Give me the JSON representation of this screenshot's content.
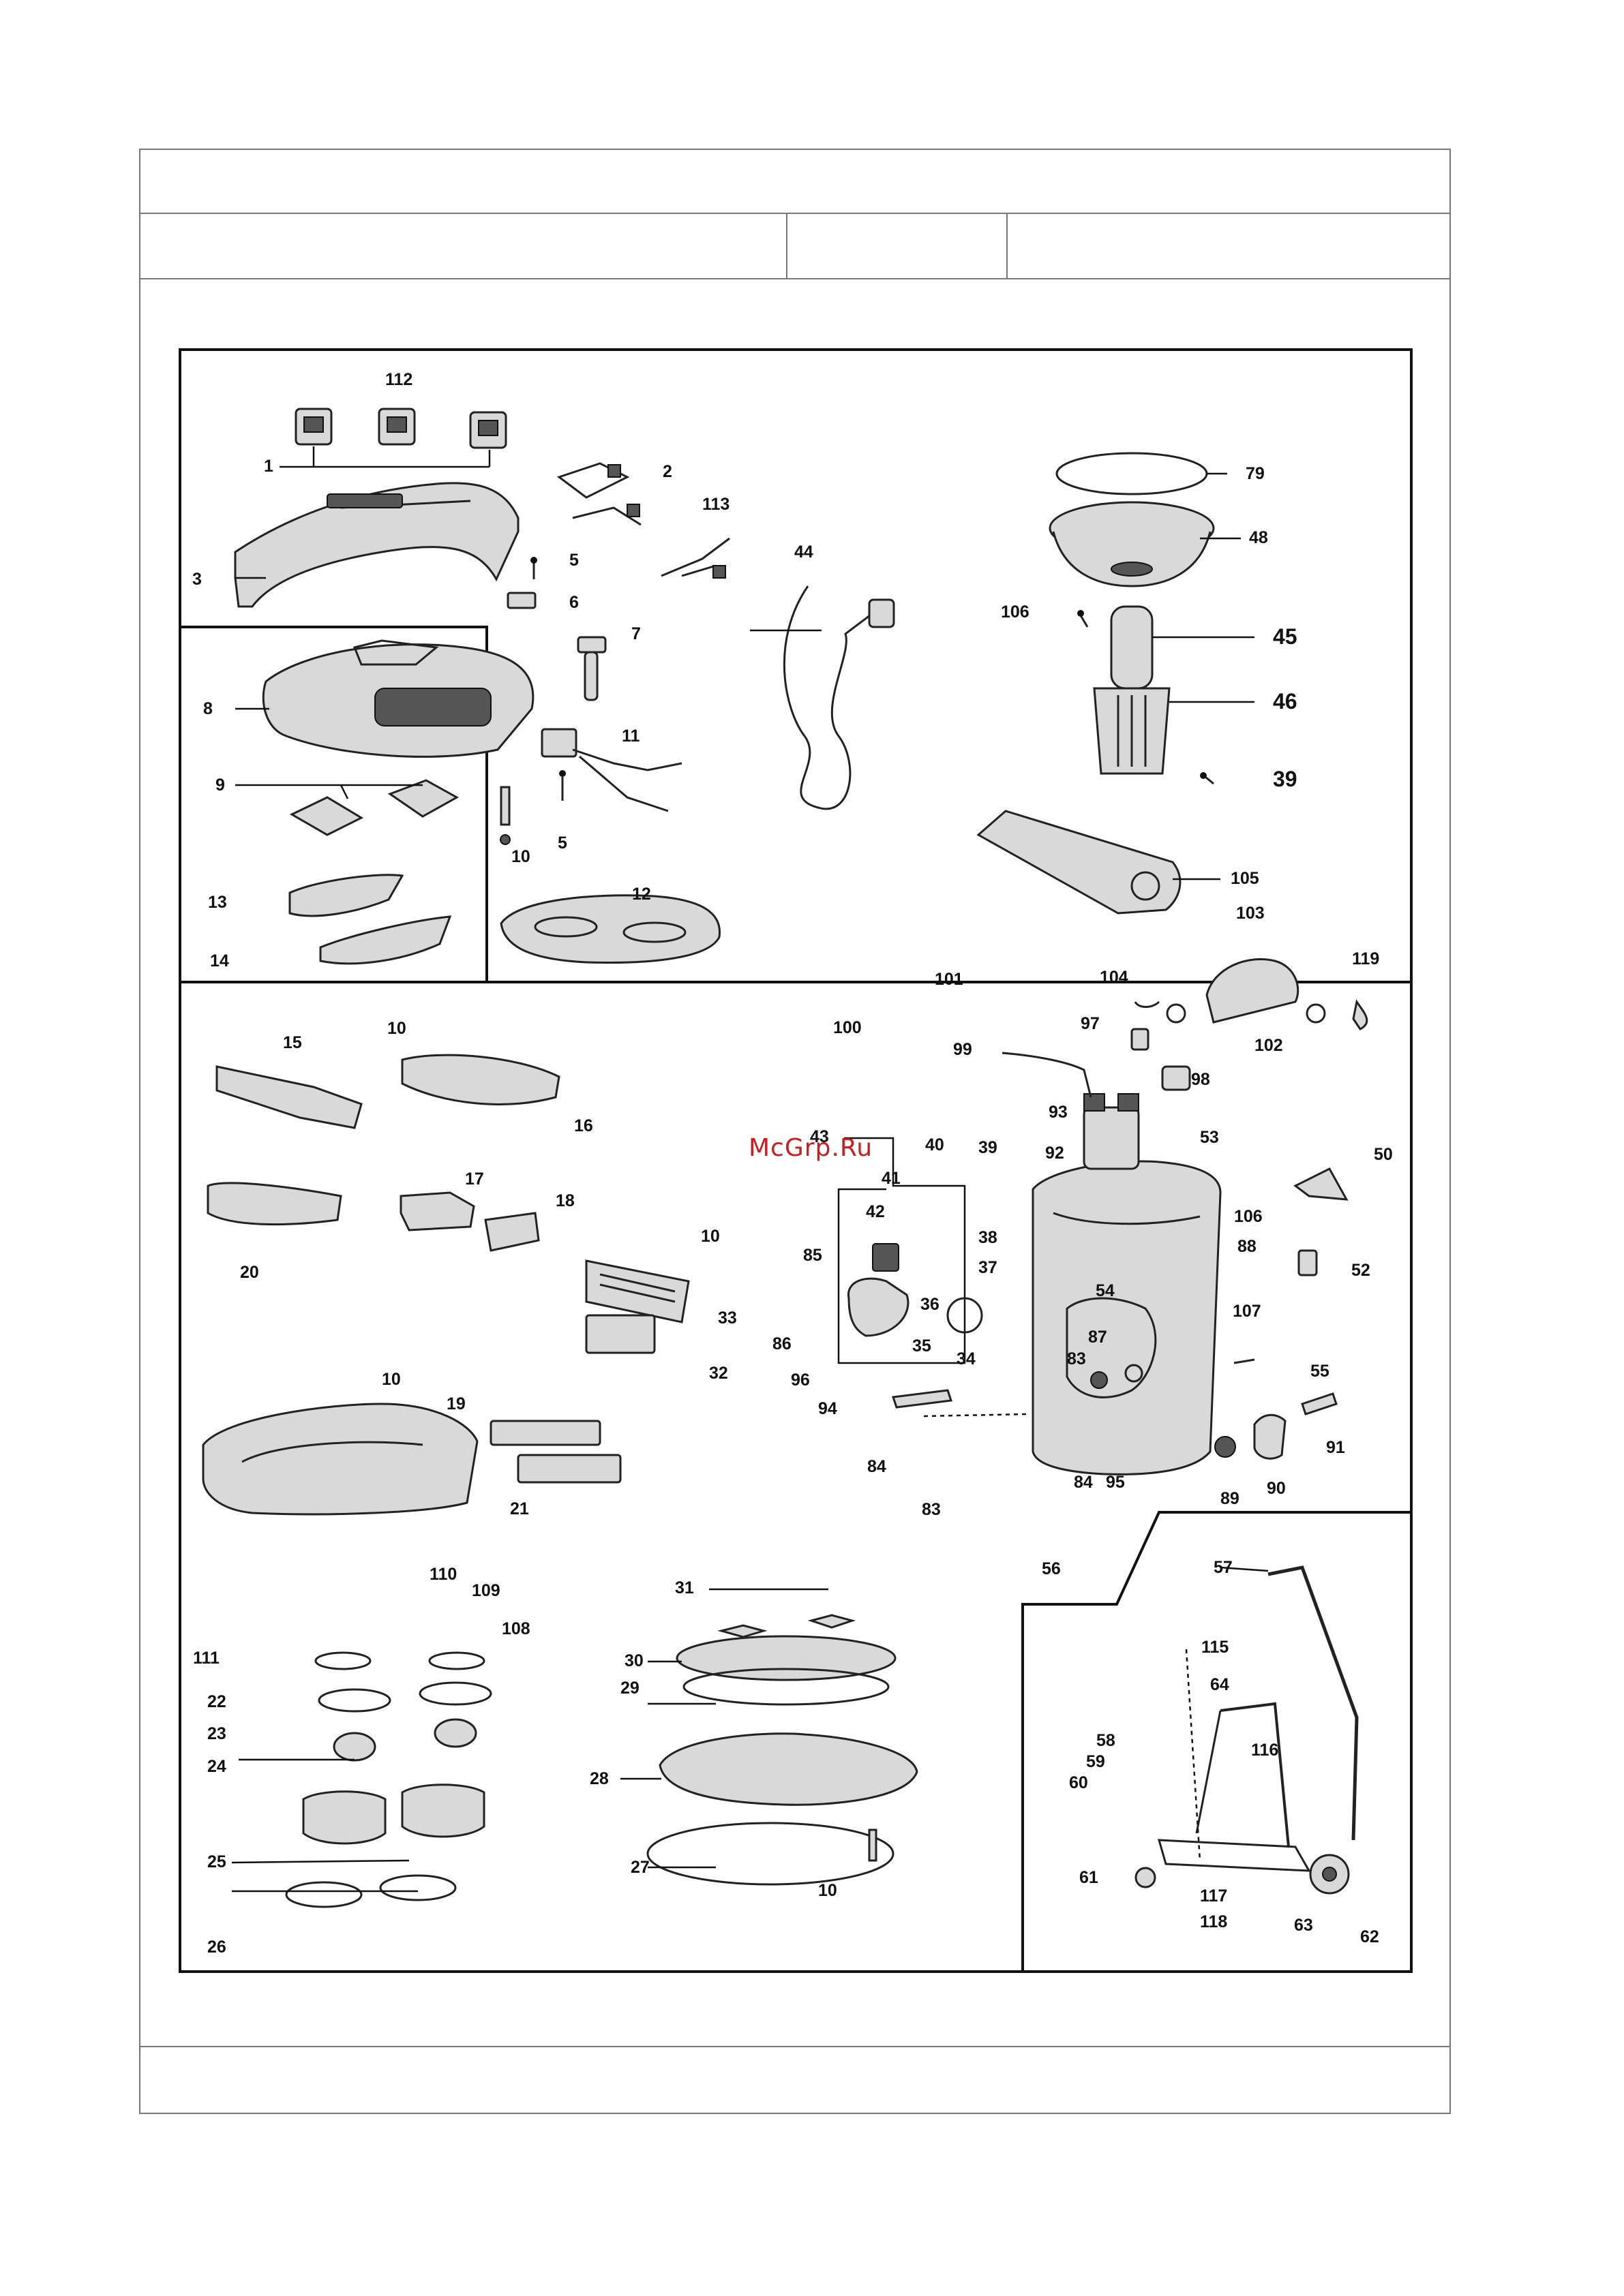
{
  "watermark": "McGrp.Ru",
  "labels": {
    "l1": "1",
    "l2": "2",
    "l3": "3",
    "l5a": "5",
    "l5b": "5",
    "l6": "6",
    "l7": "7",
    "l8": "8",
    "l9": "9",
    "l10a": "10",
    "l10b": "10",
    "l10c": "10",
    "l10d": "10",
    "l10e": "10",
    "l11": "11",
    "l12": "12",
    "l13": "13",
    "l14": "14",
    "l15": "15",
    "l16": "16",
    "l17": "17",
    "l18": "18",
    "l19": "19",
    "l20": "20",
    "l21": "21",
    "l22": "22",
    "l23": "23",
    "l24": "24",
    "l25": "25",
    "l26": "26",
    "l27": "27",
    "l28": "28",
    "l29": "29",
    "l30": "30",
    "l31": "31",
    "l32": "32",
    "l33": "33",
    "l34": "34",
    "l35": "35",
    "l36": "36",
    "l37": "37",
    "l38": "38",
    "l39a": "39",
    "l39b": "39",
    "l40": "40",
    "l41": "41",
    "l42": "42",
    "l43": "43",
    "l44": "44",
    "l45": "45",
    "l46": "46",
    "l48": "48",
    "l50": "50",
    "l52": "52",
    "l53": "53",
    "l54": "54",
    "l55": "55",
    "l56": "56",
    "l57": "57",
    "l58": "58",
    "l59": "59",
    "l60": "60",
    "l61": "61",
    "l62": "62",
    "l63": "63",
    "l64": "64",
    "l79": "79",
    "l83a": "83",
    "l83b": "83",
    "l84a": "84",
    "l84b": "84",
    "l85": "85",
    "l86": "86",
    "l87": "87",
    "l88": "88",
    "l89": "89",
    "l90": "90",
    "l91": "91",
    "l92": "92",
    "l93": "93",
    "l94": "94",
    "l95": "95",
    "l96": "96",
    "l97": "97",
    "l98": "98",
    "l99": "99",
    "l100": "100",
    "l101": "101",
    "l102": "102",
    "l103": "103",
    "l104": "104",
    "l105": "105",
    "l106a": "106",
    "l106b": "106",
    "l107": "107",
    "l108": "108",
    "l109": "109",
    "l110": "110",
    "l111": "111",
    "l112": "112",
    "l113": "113",
    "l115": "115",
    "l116": "116",
    "l117": "117",
    "l118": "118",
    "l119": "119"
  }
}
